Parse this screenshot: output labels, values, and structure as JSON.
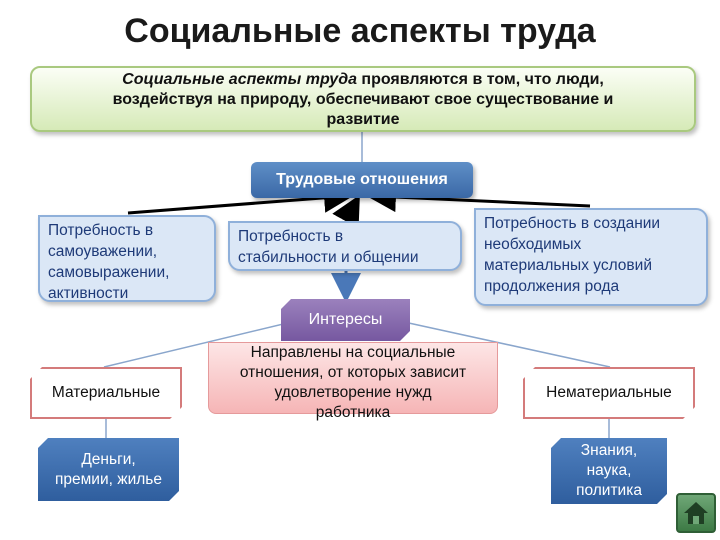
{
  "title": "Социальные аспекты труда",
  "intro": {
    "em": "Социальные аспекты труда",
    "rest_line1": " проявляются в том, что люди,",
    "line2": "воздействуя на природу, обеспечивают свое существование и",
    "line3": "развитие"
  },
  "labor_relations": "Трудовые отношения",
  "needs": [
    {
      "lines": [
        "Потребность в",
        "самоуважении,",
        "самовыражении,",
        "активности"
      ]
    },
    {
      "lines": [
        "Потребность в",
        "стабильности и общении"
      ]
    },
    {
      "lines": [
        "Потребность в создании",
        "необходимых",
        "материальных условий",
        "продолжения рода"
      ]
    }
  ],
  "interests": "Интересы",
  "directed": {
    "lines": [
      "Направлены на социальные",
      "отношения, от которых зависит",
      "удовлетворение нужд",
      "работника"
    ]
  },
  "categories": {
    "material": "Материальные",
    "nonmaterial": "Нематериальные"
  },
  "leaves": {
    "material": {
      "lines": [
        "Деньги,",
        "премии, жилье"
      ]
    },
    "nonmaterial": {
      "lines": [
        "Знания,",
        "наука,",
        "политика"
      ]
    }
  },
  "colors": {
    "accent_blue": "#3a68a6",
    "intro_green": "#d6eab8",
    "interests_purple": "#7658a0",
    "pink": "#f6b5b6"
  },
  "icons": {
    "home": "home-icon"
  }
}
